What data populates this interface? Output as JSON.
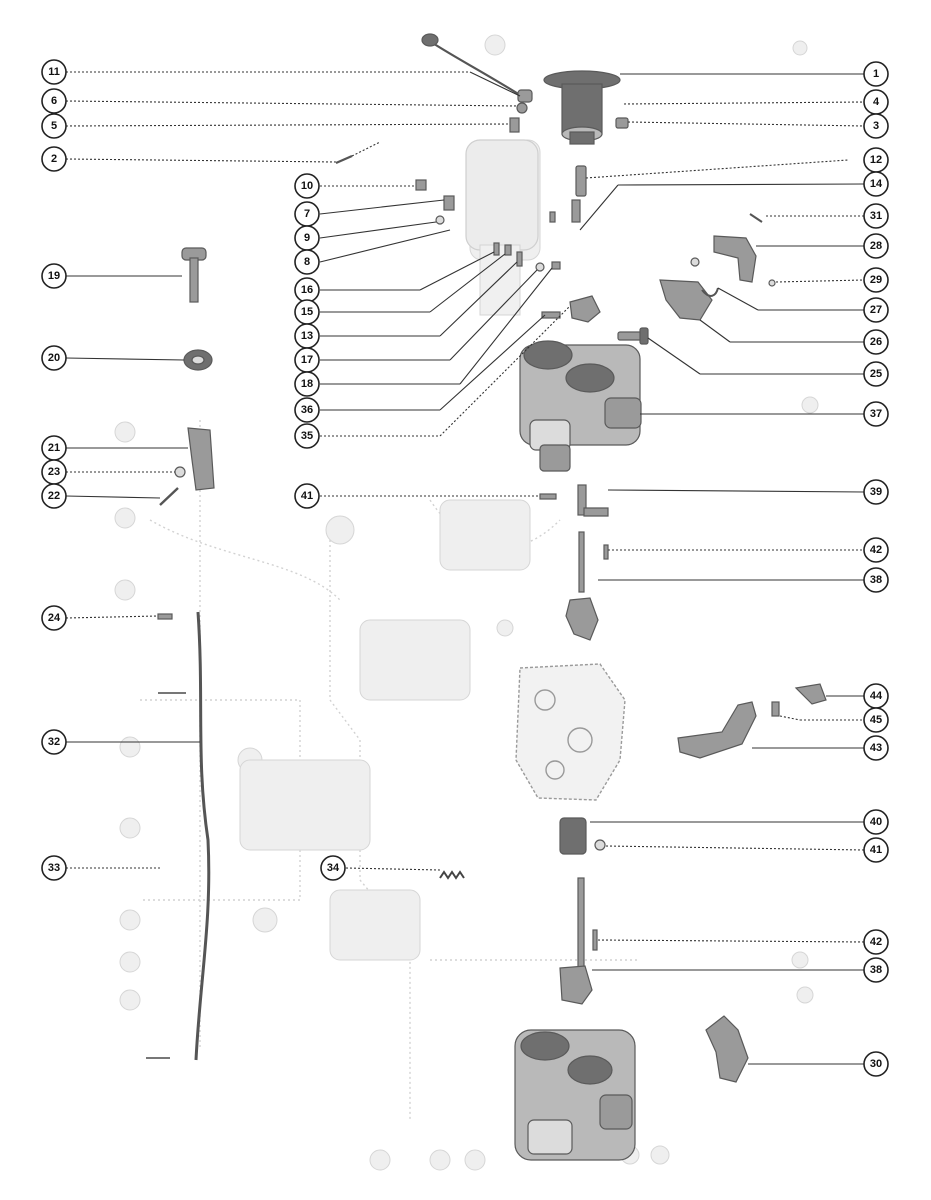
{
  "callouts": {
    "left": [
      "11",
      "6",
      "5",
      "2",
      "19",
      "20",
      "21",
      "23",
      "22",
      "24",
      "32",
      "33"
    ],
    "center": [
      "10",
      "7",
      "9",
      "8",
      "16",
      "15",
      "13",
      "17",
      "18",
      "36",
      "35",
      "41",
      "34"
    ],
    "right": [
      "1",
      "4",
      "3",
      "12",
      "14",
      "31",
      "28",
      "29",
      "27",
      "26",
      "25",
      "37",
      "39",
      "42",
      "38",
      "44",
      "45",
      "43",
      "40",
      "41",
      "42",
      "38",
      "30"
    ]
  }
}
